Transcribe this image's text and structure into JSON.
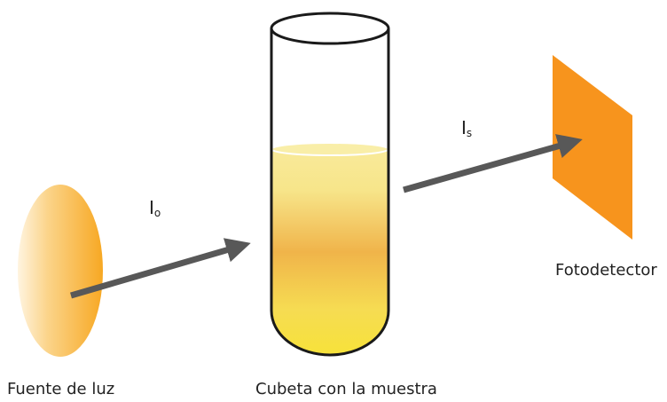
{
  "labels": {
    "source": "Fuente de luz",
    "cuvette": "Cubeta con la muestra",
    "detector": "Fotodetector"
  },
  "beams": {
    "incident": {
      "main": "I",
      "subscript": "o"
    },
    "transmitted": {
      "main": "I",
      "subscript": "s"
    }
  },
  "colors": {
    "source_outer": "#f7a823",
    "source_inner": "#fff4e0",
    "detector": "#f7941d",
    "liquid_top": "#f7e58a",
    "liquid_mid": "#f0b44a",
    "liquid_bottom": "#f7e23a",
    "beam": "#585858",
    "tube_outline": "#1a1a1a"
  }
}
